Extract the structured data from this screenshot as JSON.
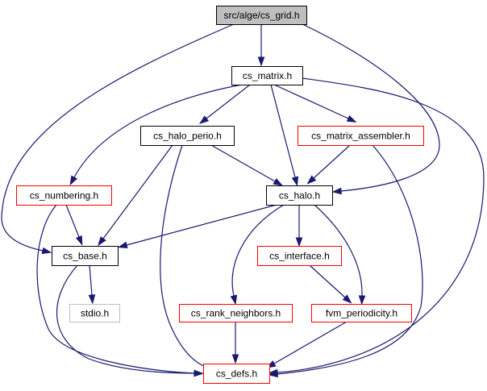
{
  "colors": {
    "edge": "#191970",
    "root_fill": "#bfbfbf",
    "root_border": "#000000",
    "documented_border": "#000000",
    "undocumented_border": "#ff0000",
    "system_border": "#bfbfbf",
    "system_text": "#7f7f7f",
    "box_fill": "#ffffff"
  },
  "nodes": [
    {
      "id": "cs_grid",
      "label": "src/alge/cs_grid.h",
      "kind": "root"
    },
    {
      "id": "cs_matrix",
      "label": "cs_matrix.h",
      "kind": "documented"
    },
    {
      "id": "cs_halo_perio",
      "label": "cs_halo_perio.h",
      "kind": "documented"
    },
    {
      "id": "cs_matrix_assembler",
      "label": "cs_matrix_assembler.h",
      "kind": "undocumented"
    },
    {
      "id": "cs_numbering",
      "label": "cs_numbering.h",
      "kind": "undocumented"
    },
    {
      "id": "cs_halo",
      "label": "cs_halo.h",
      "kind": "documented"
    },
    {
      "id": "cs_base",
      "label": "cs_base.h",
      "kind": "documented"
    },
    {
      "id": "cs_interface",
      "label": "cs_interface.h",
      "kind": "undocumented"
    },
    {
      "id": "stdio",
      "label": "stdio.h",
      "kind": "system"
    },
    {
      "id": "cs_rank_neighbors",
      "label": "cs_rank_neighbors.h",
      "kind": "undocumented"
    },
    {
      "id": "fvm_periodicity",
      "label": "fvm_periodicity.h",
      "kind": "undocumented"
    },
    {
      "id": "cs_defs",
      "label": "cs_defs.h",
      "kind": "undocumented"
    }
  ],
  "edges": [
    {
      "from": "cs_grid",
      "to": "cs_matrix"
    },
    {
      "from": "cs_grid",
      "to": "cs_base"
    },
    {
      "from": "cs_grid",
      "to": "cs_halo"
    },
    {
      "from": "cs_matrix",
      "to": "cs_halo_perio"
    },
    {
      "from": "cs_matrix",
      "to": "cs_matrix_assembler"
    },
    {
      "from": "cs_matrix",
      "to": "cs_numbering"
    },
    {
      "from": "cs_matrix",
      "to": "cs_halo"
    },
    {
      "from": "cs_matrix",
      "to": "cs_defs"
    },
    {
      "from": "cs_halo_perio",
      "to": "cs_halo"
    },
    {
      "from": "cs_halo_perio",
      "to": "cs_base"
    },
    {
      "from": "cs_halo_perio",
      "to": "cs_defs"
    },
    {
      "from": "cs_matrix_assembler",
      "to": "cs_halo"
    },
    {
      "from": "cs_matrix_assembler",
      "to": "cs_defs"
    },
    {
      "from": "cs_numbering",
      "to": "cs_base"
    },
    {
      "from": "cs_numbering",
      "to": "cs_defs"
    },
    {
      "from": "cs_halo",
      "to": "cs_base"
    },
    {
      "from": "cs_halo",
      "to": "cs_interface"
    },
    {
      "from": "cs_halo",
      "to": "cs_rank_neighbors"
    },
    {
      "from": "cs_halo",
      "to": "fvm_periodicity"
    },
    {
      "from": "cs_base",
      "to": "stdio"
    },
    {
      "from": "cs_base",
      "to": "cs_defs"
    },
    {
      "from": "cs_interface",
      "to": "fvm_periodicity"
    },
    {
      "from": "cs_rank_neighbors",
      "to": "cs_defs"
    },
    {
      "from": "fvm_periodicity",
      "to": "cs_defs"
    }
  ]
}
